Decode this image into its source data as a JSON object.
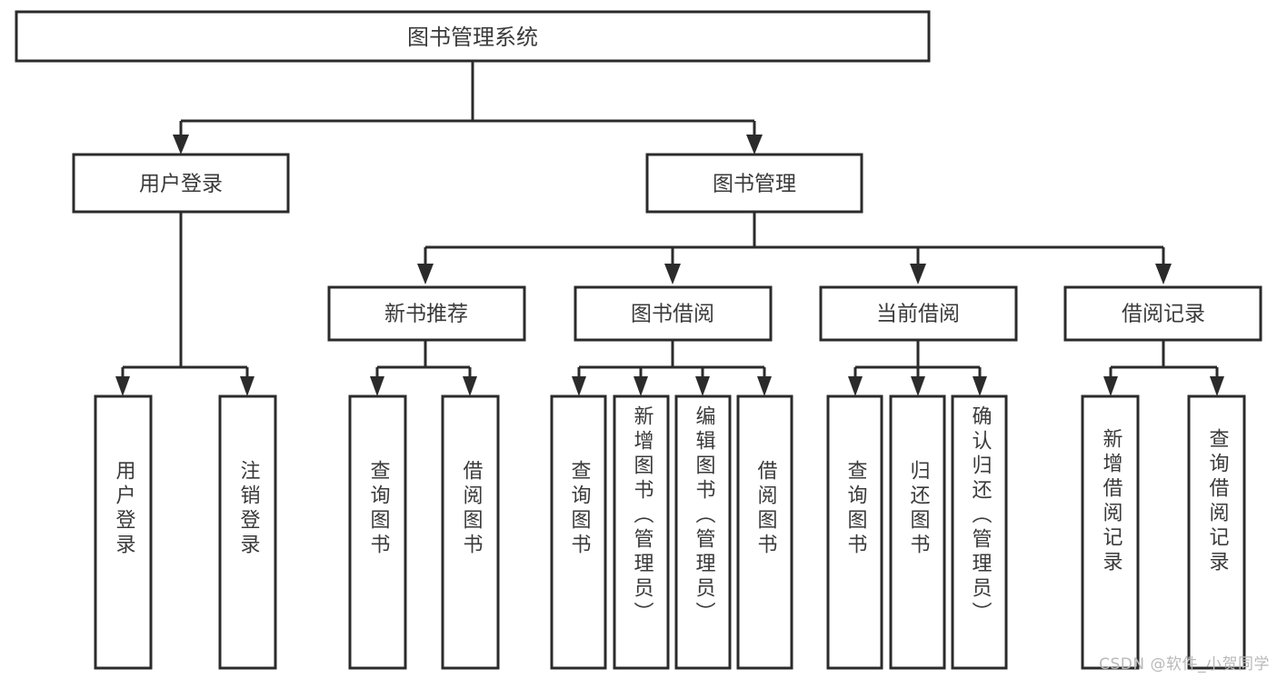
{
  "diagram": {
    "title": "图书管理系统",
    "type": "tree-hierarchy",
    "root": {
      "label": "图书管理系统"
    },
    "level2": [
      {
        "label": "用户登录"
      },
      {
        "label": "图书管理"
      }
    ],
    "level3": [
      {
        "label": "新书推荐",
        "parent": "图书管理"
      },
      {
        "label": "图书借阅",
        "parent": "图书管理"
      },
      {
        "label": "当前借阅",
        "parent": "图书管理"
      },
      {
        "label": "借阅记录",
        "parent": "图书管理"
      }
    ],
    "leaves": [
      {
        "label": "用户登录",
        "parent": "用户登录"
      },
      {
        "label": "注销登录",
        "parent": "用户登录"
      },
      {
        "label": "查询图书",
        "parent": "新书推荐"
      },
      {
        "label": "借阅图书",
        "parent": "新书推荐"
      },
      {
        "label": "查询图书",
        "parent": "图书借阅"
      },
      {
        "label": "新增图书（管理员）",
        "parent": "图书借阅"
      },
      {
        "label": "编辑图书（管理员）",
        "parent": "图书借阅"
      },
      {
        "label": "借阅图书",
        "parent": "图书借阅"
      },
      {
        "label": "查询图书",
        "parent": "当前借阅"
      },
      {
        "label": "归还图书",
        "parent": "当前借阅"
      },
      {
        "label": "确认归还（管理员）",
        "parent": "当前借阅"
      },
      {
        "label": "新增借阅记录",
        "parent": "借阅记录"
      },
      {
        "label": "查询借阅记录",
        "parent": "借阅记录"
      }
    ]
  },
  "watermark": {
    "text": "CSDN @软件_小贺同学"
  },
  "colors": {
    "stroke": "#2b2b2b",
    "text": "#3a3a3a",
    "background": "#ffffff",
    "watermark": "#b9b9b9"
  }
}
